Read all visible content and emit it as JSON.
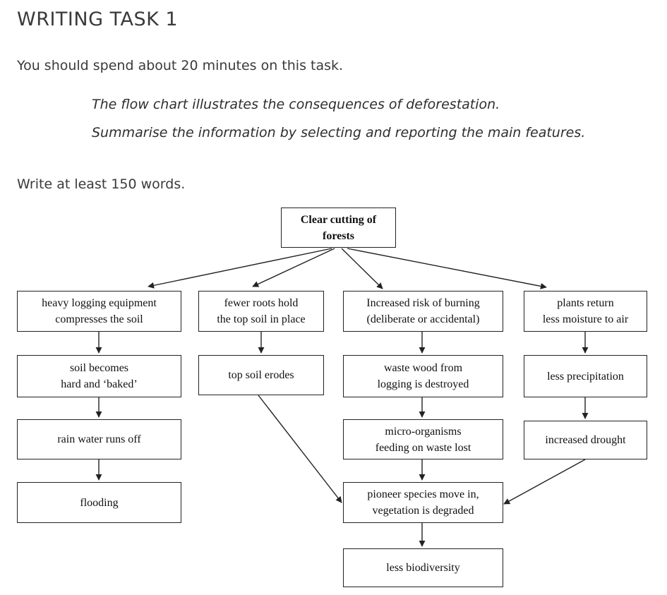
{
  "header": {
    "title": "WRITING TASK 1",
    "time_note": "You should spend about 20 minutes on this task.",
    "prompt_line1": "The flow chart illustrates the consequences of deforestation.",
    "prompt_line2": "Summarise the information by selecting and reporting the main features.",
    "word_requirement": "Write at least 150 words."
  },
  "flowchart": {
    "root": "Clear cutting of\nforests",
    "col1": [
      "heavy logging equipment\ncompresses the soil",
      "soil becomes\nhard and ‘baked’",
      "rain water runs off",
      "flooding"
    ],
    "col2": [
      "fewer roots hold\nthe top soil in place",
      "top soil erodes"
    ],
    "col3": [
      "Increased risk of burning\n(deliberate or accidental)",
      "waste wood from\nlogging is destroyed",
      "micro-organisms\nfeeding on waste lost",
      "pioneer species move in,\nvegetation is degraded",
      "less biodiversity"
    ],
    "col4": [
      "plants return\nless moisture to air",
      "less precipitation",
      "increased drought"
    ]
  }
}
